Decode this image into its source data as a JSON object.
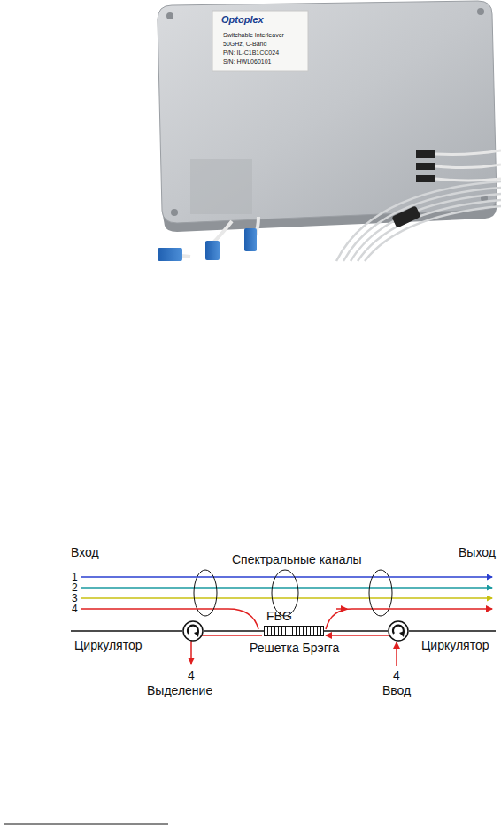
{
  "diagram": {
    "nodes": [
      {
        "text": [
          "Циркулятор"
        ]
      },
      {
        "text": [
          "FBG",
          "Решетка Брэгга"
        ]
      },
      {
        "text": [
          "Циркулятор"
        ]
      }
    ],
    "edges": [
      {
        "from": 0,
        "to": 1,
        "arrow": "none"
      },
      {
        "from": 1,
        "to": 2,
        "arrow": "none"
      }
    ],
    "labels": [
      "Optoplex",
      "Switchable Interleaver",
      "50GHz, C-Band",
      "P/N: IL-C1B1CC024",
      "S/N: HWL060101",
      "Вход",
      "Спектральные каналы",
      "Выход",
      "1",
      "2",
      "3",
      "4",
      "4",
      "Выделение",
      "4",
      "Ввод"
    ]
  }
}
